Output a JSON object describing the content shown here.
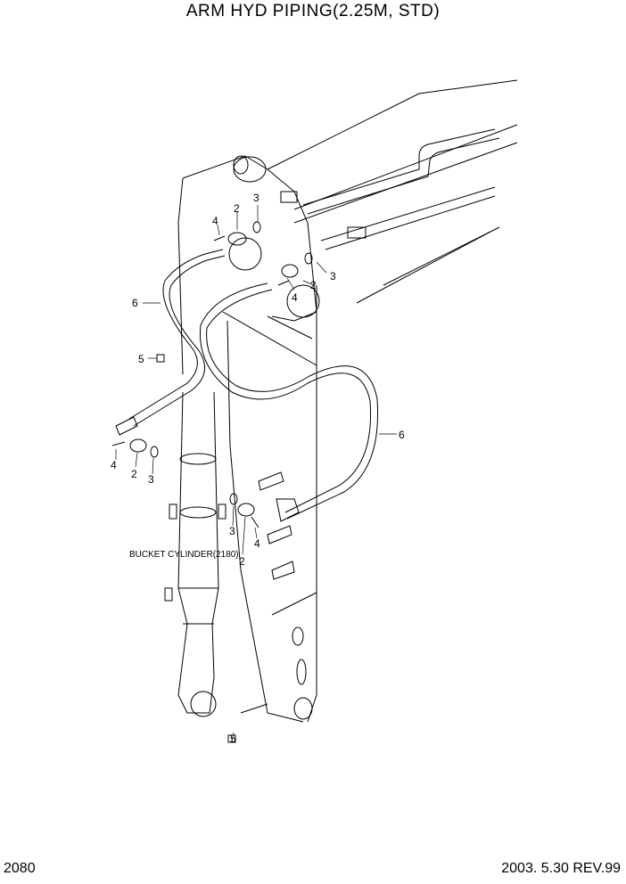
{
  "title": "ARM HYD PIPING(2.25M, STD)",
  "page_number": "2080",
  "revision": "2003. 5.30  REV.99",
  "component_label": "BUCKET CYLINDER(2180)",
  "callouts": {
    "c1": "2",
    "c2": "3",
    "c3": "4",
    "c4": "3",
    "c5": "2",
    "c6": "4",
    "c7": "6",
    "c8": "5",
    "c9": "6",
    "c10": "4",
    "c11": "2",
    "c12": "3",
    "c13": "3",
    "c14": "2",
    "c15": "4",
    "c16": "5"
  }
}
